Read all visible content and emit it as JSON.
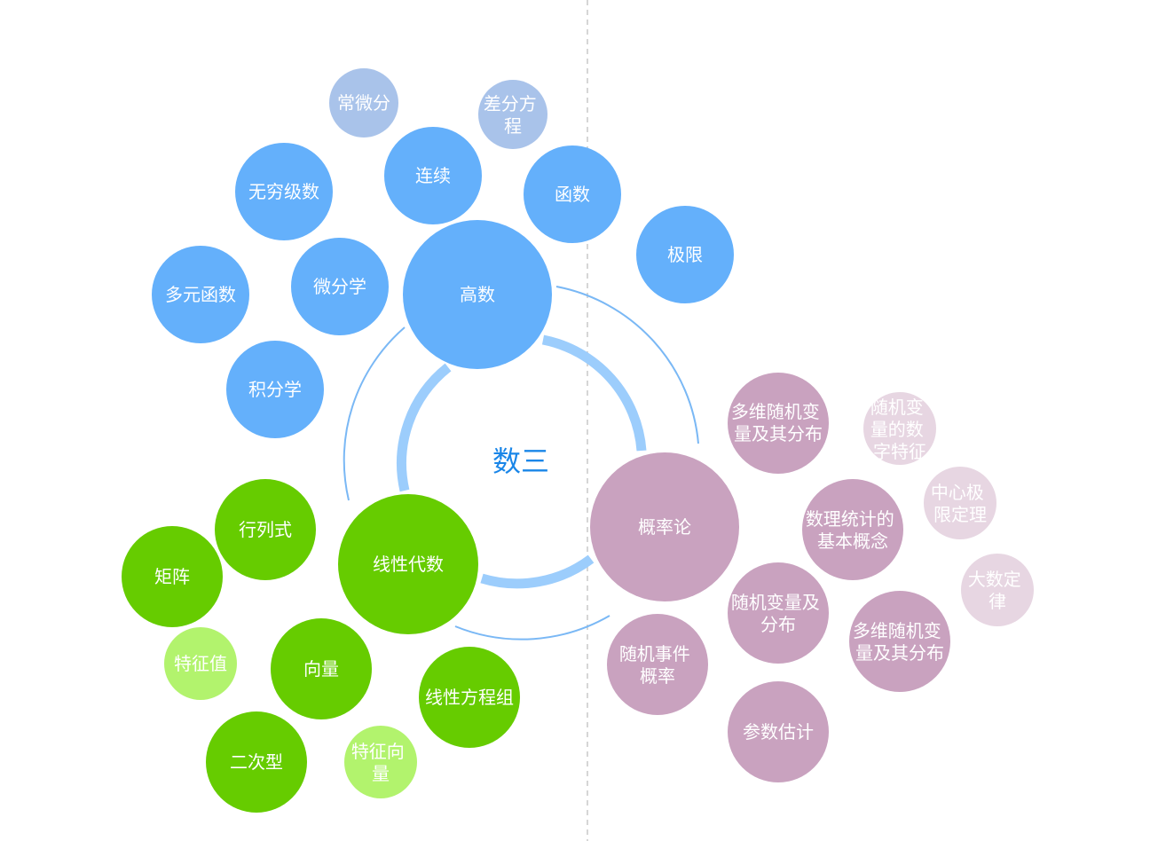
{
  "center": {
    "label": "数三"
  },
  "colors": {
    "blue": "#64b0fb",
    "blue_light": "#a9c3ea",
    "green": "#66cc00",
    "green_light": "#b2f36d",
    "mauve": "#c9a2bf",
    "mauve_light": "#e7d6e2",
    "ring": "#9ccdfc",
    "center_text": "#1a86e8",
    "divider": "#c8c8c8"
  },
  "branches": {
    "gaoshu": {
      "label": "高数",
      "children": {
        "changweifen": "常微分",
        "chafenfangcheng": "差分方程",
        "lianxu": "连续",
        "hanshu": "函数",
        "jixian": "极限",
        "wuqiongjishu": "无穷级数",
        "duoyuanhanshu": "多元函数",
        "weifenxue": "微分学",
        "jifenxue": "积分学"
      }
    },
    "xianxingdaishu": {
      "label": "线性代数",
      "children": {
        "hanglieshi": "行列式",
        "juzhen": "矩阵",
        "tezhengzhi": "特征值",
        "xiangliang": "向量",
        "xianxingfangchengzu": "线性方程组",
        "erciXing": "二次型",
        "tezhengxiangliang": "特征向量"
      }
    },
    "gailvlun": {
      "label": "概率论",
      "children": {
        "duowei1": "多维随机变量及其分布",
        "shuzitezheng": "随机变量的数字特征",
        "zhongxinjixian": "中心极限定理",
        "shulitongji": "数理统计的基本概念",
        "dashudinglv": "大数定律",
        "suijibianliang": "随机变量及分布",
        "duowei2": "多维随机变量及其分布",
        "suijishijian": "随机事件概率",
        "canshuguji": "参数估计"
      }
    }
  }
}
